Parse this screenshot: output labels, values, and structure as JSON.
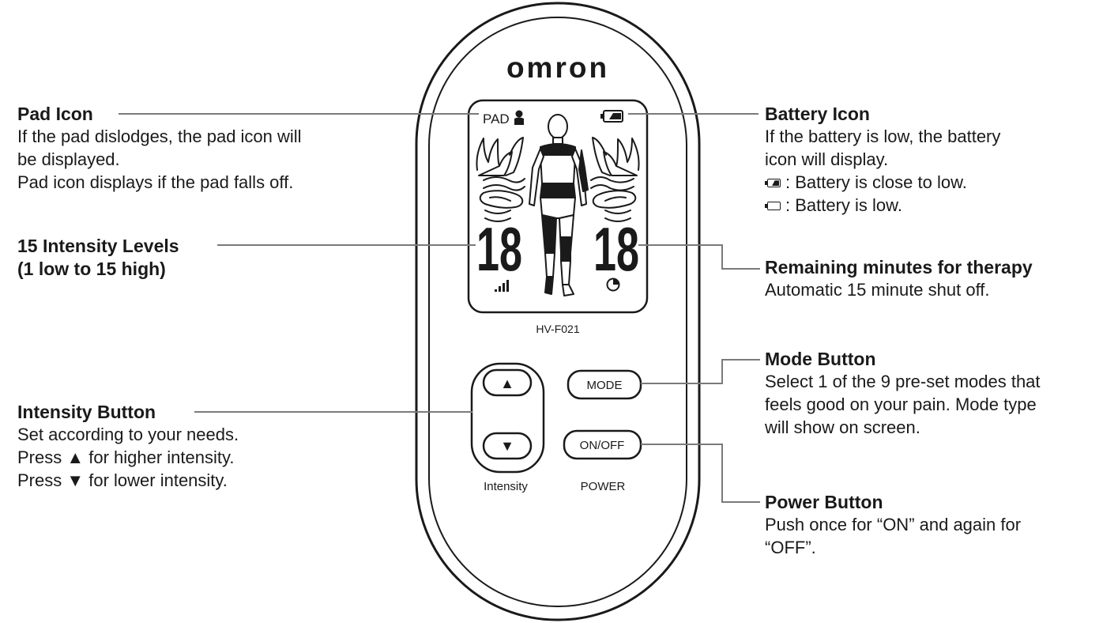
{
  "device": {
    "brand": "omron",
    "model": "HV-F021",
    "lcd": {
      "pad_label": "PAD",
      "intensity_value": "18",
      "timer_value": "18",
      "icons": [
        "pad-person-icon",
        "battery-icon",
        "signal-bars-icon",
        "timer-clock-icon",
        "body-figure-icon",
        "hand-icon",
        "foot-icon",
        "wave-icon"
      ]
    },
    "buttons": {
      "up_symbol": "▲",
      "down_symbol": "▼",
      "intensity_label": "Intensity",
      "mode_label": "MODE",
      "onoff_label": "ON/OFF",
      "power_label": "POWER"
    }
  },
  "callouts": {
    "pad_icon": {
      "title": "Pad Icon",
      "lines": [
        "If the pad dislodges, the pad icon will",
        "be displayed.",
        "Pad icon displays if the pad falls off."
      ]
    },
    "intensity_levels": {
      "title_lines": [
        "15 Intensity Levels",
        "(1 low to 15 high)"
      ]
    },
    "intensity_button": {
      "title": "Intensity Button",
      "lines": [
        "Set according to your needs.",
        "Press ▲ for higher intensity.",
        "Press ▼ for lower intensity."
      ]
    },
    "battery_icon": {
      "title": "Battery Icon",
      "lines": [
        "If the battery is low, the battery",
        "icon will display."
      ],
      "close_to_low": ": Battery is close to low.",
      "low": ": Battery is low."
    },
    "remaining_minutes": {
      "title": "Remaining minutes for therapy",
      "lines": [
        "Automatic 15 minute shut off."
      ]
    },
    "mode_button": {
      "title": "Mode Button",
      "lines": [
        "Select 1 of the 9 pre-set modes that",
        "feels good on your pain. Mode type",
        "will show on screen."
      ]
    },
    "power_button": {
      "title": "Power Button",
      "lines": [
        "Push once for “ON” and again for",
        "“OFF”."
      ]
    }
  },
  "colors": {
    "ink": "#1a1a1a",
    "leader": "#7a7a7a",
    "panel": "#ffffff"
  }
}
